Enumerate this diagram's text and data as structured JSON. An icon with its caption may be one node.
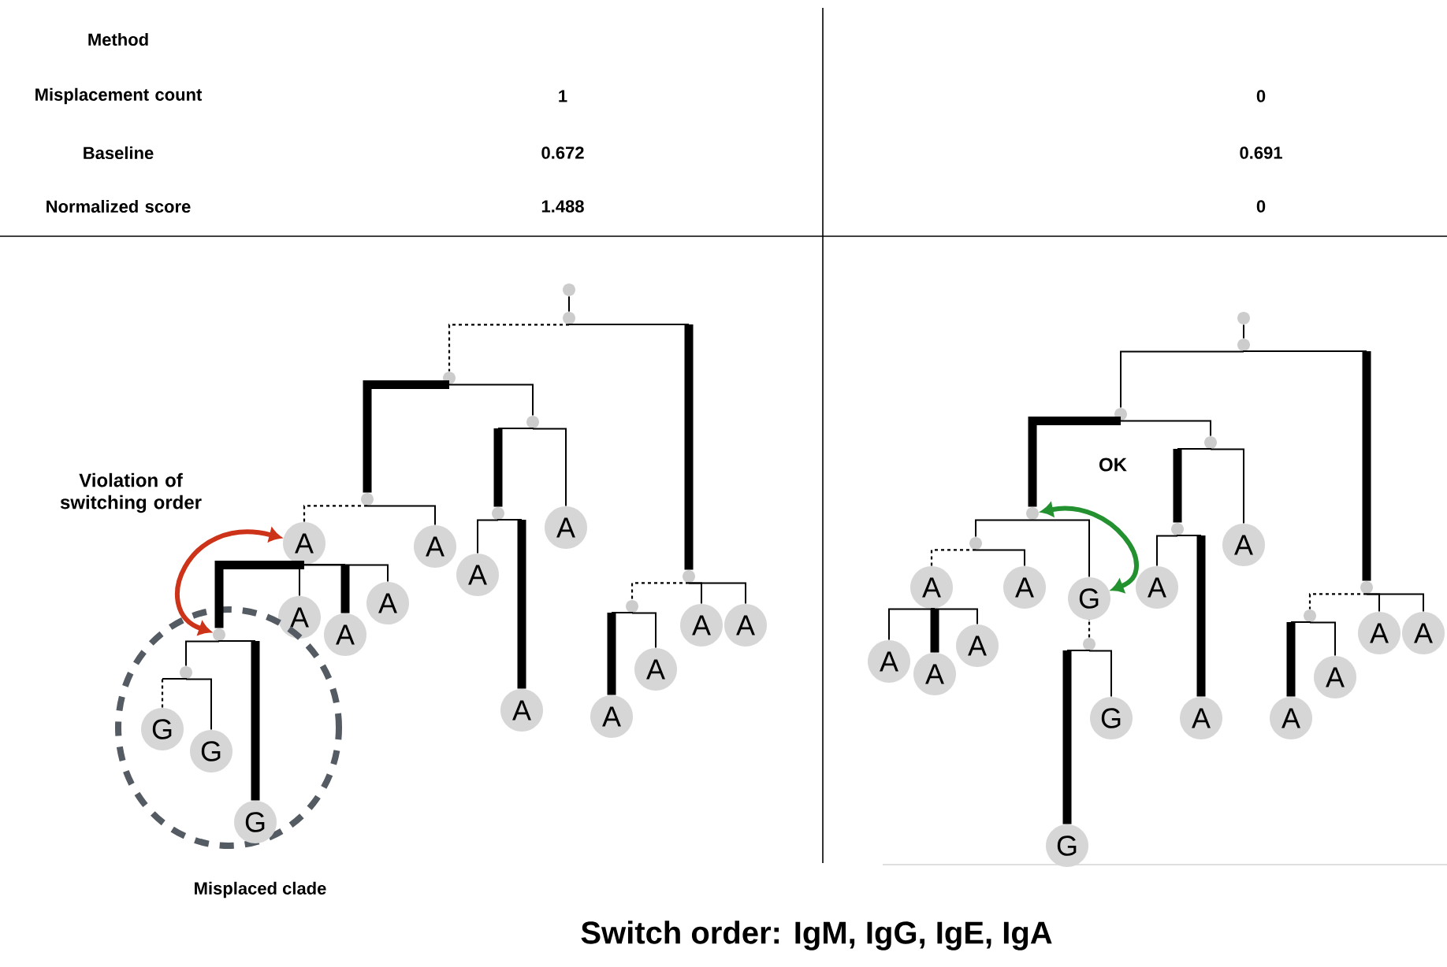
{
  "diagram": {
    "caption": "Switch order: IgM, IgG, IgE, IgA",
    "nodes": [
      {
        "text": [],
        "shape": "circle"
      },
      {
        "text": [],
        "shape": "circle"
      },
      {
        "text": [],
        "shape": "circle"
      },
      {
        "text": [],
        "shape": "circle"
      },
      {
        "text": [],
        "shape": "circle"
      },
      {
        "text": [],
        "shape": "circle"
      },
      {
        "text": [
          "A"
        ]
      },
      {
        "text": [
          "A"
        ]
      },
      {
        "text": [
          "A"
        ]
      },
      {
        "text": [
          "A"
        ]
      },
      {
        "text": [
          "A"
        ]
      },
      {
        "text": [],
        "shape": "circle"
      },
      {
        "text": [
          "A"
        ]
      },
      {
        "text": [
          "A"
        ]
      },
      {
        "text": [
          "A"
        ]
      },
      {
        "text": [],
        "shape": "circle"
      },
      {
        "text": [
          "A"
        ]
      },
      {
        "text": [
          "A"
        ]
      },
      {
        "text": [
          "A"
        ]
      },
      {
        "text": [
          "A"
        ]
      },
      {
        "text": [
          "Misplaced clade"
        ]
      },
      {
        "text": [],
        "shape": "circle",
        "in": 20
      },
      {
        "text": [],
        "shape": "circle",
        "in": 20
      },
      {
        "text": [
          "G"
        ],
        "in": 20
      },
      {
        "text": [
          "G"
        ],
        "in": 20
      },
      {
        "text": [
          "G"
        ],
        "in": 20
      },
      {
        "text": [],
        "shape": "circle"
      },
      {
        "text": [],
        "shape": "circle"
      },
      {
        "text": [],
        "shape": "circle"
      },
      {
        "text": [],
        "shape": "circle"
      },
      {
        "text": [],
        "shape": "circle"
      },
      {
        "text": [],
        "shape": "circle"
      },
      {
        "text": [],
        "shape": "circle"
      },
      {
        "text": [
          "G"
        ]
      },
      {
        "text": [
          "A"
        ]
      },
      {
        "text": [
          "A"
        ]
      },
      {
        "text": [
          "A"
        ]
      },
      {
        "text": [
          "A"
        ]
      },
      {
        "text": [
          "A"
        ]
      },
      {
        "text": [],
        "shape": "circle"
      },
      {
        "text": [
          "G"
        ]
      },
      {
        "text": [
          "G"
        ]
      },
      {
        "text": [],
        "shape": "circle"
      },
      {
        "text": [
          "A"
        ]
      },
      {
        "text": [
          "A"
        ]
      },
      {
        "text": [
          "A"
        ]
      },
      {
        "text": [],
        "shape": "circle"
      },
      {
        "text": [
          "A"
        ]
      },
      {
        "text": [
          "A"
        ]
      },
      {
        "text": [
          "A"
        ]
      },
      {
        "text": [
          "A"
        ]
      }
    ],
    "edges": [
      {
        "from": 0,
        "to": 1,
        "arrow": "none"
      },
      {
        "from": 1,
        "to": 2,
        "arrow": "none",
        "style": "dashed"
      },
      {
        "from": 1,
        "to": 3,
        "arrow": "none",
        "style": "thick"
      },
      {
        "from": 2,
        "to": 4,
        "arrow": "none",
        "style": "thick"
      },
      {
        "from": 2,
        "to": 5,
        "arrow": "none"
      },
      {
        "from": 4,
        "to": 6,
        "arrow": "none",
        "style": "dashed"
      },
      {
        "from": 4,
        "to": 7,
        "arrow": "none"
      },
      {
        "from": 6,
        "to": 21,
        "arrow": "none",
        "style": "thick"
      },
      {
        "from": 6,
        "to": 8,
        "arrow": "none"
      },
      {
        "from": 6,
        "to": 9,
        "arrow": "none",
        "style": "thick"
      },
      {
        "from": 6,
        "to": 10,
        "arrow": "none"
      },
      {
        "from": 21,
        "to": 22,
        "arrow": "none"
      },
      {
        "from": 21,
        "to": 25,
        "arrow": "none",
        "style": "thick"
      },
      {
        "from": 22,
        "to": 23,
        "arrow": "none",
        "style": "dashed"
      },
      {
        "from": 22,
        "to": 24,
        "arrow": "none"
      },
      {
        "from": 5,
        "to": 11,
        "arrow": "none",
        "style": "thick"
      },
      {
        "from": 5,
        "to": 12,
        "arrow": "none"
      },
      {
        "from": 11,
        "to": 13,
        "arrow": "none"
      },
      {
        "from": 11,
        "to": 14,
        "arrow": "none",
        "style": "thick"
      },
      {
        "from": 3,
        "to": 15,
        "arrow": "none",
        "style": "dashed"
      },
      {
        "from": 3,
        "to": 16,
        "arrow": "none"
      },
      {
        "from": 3,
        "to": 17,
        "arrow": "none"
      },
      {
        "from": 15,
        "to": 18,
        "arrow": "none",
        "style": "thick"
      },
      {
        "from": 15,
        "to": 19,
        "arrow": "none"
      },
      {
        "from": 6,
        "to": 21,
        "arrow": "both",
        "style": "thick",
        "color": "#cc3318"
      },
      {
        "from": 26,
        "to": 27,
        "arrow": "none"
      },
      {
        "from": 27,
        "to": 28,
        "arrow": "none"
      },
      {
        "from": 27,
        "to": 29,
        "arrow": "none",
        "style": "thick"
      },
      {
        "from": 28,
        "to": 30,
        "arrow": "none",
        "style": "thick"
      },
      {
        "from": 28,
        "to": 31,
        "arrow": "none"
      },
      {
        "from": 30,
        "to": 32,
        "arrow": "none"
      },
      {
        "from": 30,
        "to": 33,
        "arrow": "none"
      },
      {
        "from": 32,
        "to": 34,
        "arrow": "none",
        "style": "dashed"
      },
      {
        "from": 32,
        "to": 35,
        "arrow": "none"
      },
      {
        "from": 34,
        "to": 36,
        "arrow": "none"
      },
      {
        "from": 34,
        "to": 37,
        "arrow": "none",
        "style": "thick"
      },
      {
        "from": 34,
        "to": 38,
        "arrow": "none"
      },
      {
        "from": 33,
        "to": 39,
        "arrow": "none",
        "style": "dashed"
      },
      {
        "from": 39,
        "to": 40,
        "arrow": "none",
        "style": "thick"
      },
      {
        "from": 39,
        "to": 41,
        "arrow": "none"
      },
      {
        "from": 31,
        "to": 42,
        "arrow": "none",
        "style": "thick"
      },
      {
        "from": 31,
        "to": 43,
        "arrow": "none"
      },
      {
        "from": 42,
        "to": 44,
        "arrow": "none"
      },
      {
        "from": 42,
        "to": 45,
        "arrow": "none",
        "style": "thick"
      },
      {
        "from": 29,
        "to": 46,
        "arrow": "none",
        "style": "dashed"
      },
      {
        "from": 29,
        "to": 47,
        "arrow": "none"
      },
      {
        "from": 29,
        "to": 48,
        "arrow": "none"
      },
      {
        "from": 46,
        "to": 49,
        "arrow": "none",
        "style": "thick"
      },
      {
        "from": 46,
        "to": 50,
        "arrow": "none"
      },
      {
        "from": 30,
        "to": 33,
        "arrow": "both",
        "style": "thick",
        "color": "#23912f"
      }
    ],
    "labels": [
      "Method",
      "Misplacement count",
      "1",
      "0",
      "Baseline",
      "0.672",
      "0.691",
      "Normalized score",
      "1.488",
      "0",
      "Violation of switching order",
      "OK"
    ]
  }
}
